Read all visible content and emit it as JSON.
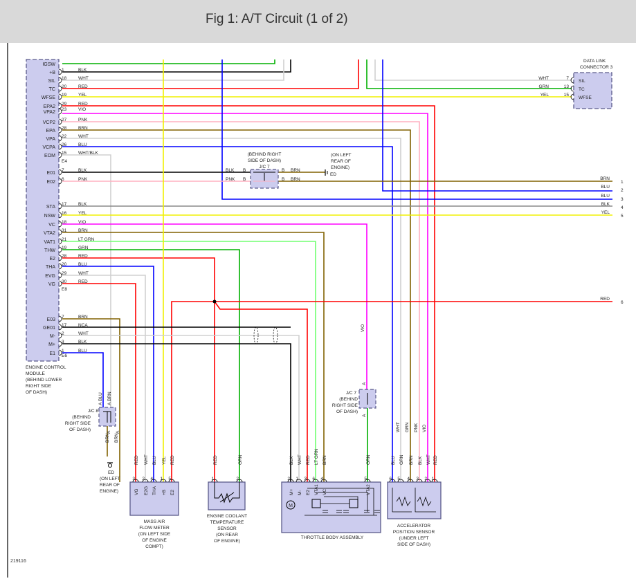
{
  "title": "Fig 1: A/T Circuit (1 of 2)",
  "figure_id": "219116",
  "colors": {
    "frame": "#5a5a8a",
    "box": "#ccccee",
    "BLK": "#000000",
    "WHT": "#d0d0d0",
    "RED": "#ff0000",
    "YEL": "#f0f000",
    "GRN": "#00b000",
    "BLU": "#0000ff",
    "VIO": "#ff00ff",
    "PNK": "#ffb0c0",
    "BRN": "#806000",
    "LTGRN": "#70ff70",
    "NCA": "#000000"
  },
  "ecm": {
    "label": [
      "ENGINE CONTROL",
      "MODULE",
      "(BEHIND LOWER",
      "RIGHT SIDE",
      "OF DASH)"
    ],
    "pins": [
      {
        "name": "IGSW",
        "num": "",
        "color": ""
      },
      {
        "name": "+B",
        "num": "1",
        "color": "BLK"
      },
      {
        "name": "SIL",
        "num": "18",
        "color": "WHT"
      },
      {
        "name": "TC",
        "num": "20",
        "color": "RED"
      },
      {
        "name": "WFSE",
        "num": "19",
        "color": "YEL"
      },
      {
        "name": "EPA2",
        "num": "29",
        "color": "RED"
      },
      {
        "name": "VPA2",
        "num": "23",
        "color": "VIO"
      },
      {
        "name": "VCP2",
        "num": "27",
        "color": "PNK"
      },
      {
        "name": "EPA",
        "num": "28",
        "color": "BRN"
      },
      {
        "name": "VPA",
        "num": "22",
        "color": "WHT"
      },
      {
        "name": "VCPA",
        "num": "26",
        "color": "BLU"
      },
      {
        "name": "EOM",
        "num": "15",
        "color": "WHT/BLK"
      },
      {
        "name": "",
        "num": "E4",
        "color": ""
      },
      {
        "name": "E01",
        "num": "7",
        "color": "BLK"
      },
      {
        "name": "E02",
        "num": "6",
        "color": "PNK"
      },
      {
        "name": "STA",
        "num": "17",
        "color": "BLK"
      },
      {
        "name": "NSW",
        "num": "16",
        "color": "YEL"
      },
      {
        "name": "VC",
        "num": "18",
        "color": "VIO"
      },
      {
        "name": "VTA2",
        "num": "31",
        "color": "BRN"
      },
      {
        "name": "VAT1",
        "num": "21",
        "color": "LT GRN"
      },
      {
        "name": "THW",
        "num": "19",
        "color": "GRN"
      },
      {
        "name": "E2",
        "num": "28",
        "color": "RED"
      },
      {
        "name": "THA",
        "num": "20",
        "color": "BLU"
      },
      {
        "name": "EVG",
        "num": "29",
        "color": "WHT"
      },
      {
        "name": "VG",
        "num": "30",
        "color": "RED"
      },
      {
        "name": "",
        "num": "E8",
        "color": ""
      },
      {
        "name": "E03",
        "num": "7",
        "color": "BRN"
      },
      {
        "name": "GE01",
        "num": "17",
        "color": "NCA"
      },
      {
        "name": "M-",
        "num": "2",
        "color": "WHT"
      },
      {
        "name": "M+",
        "num": "3",
        "color": "BLK"
      },
      {
        "name": "E1",
        "num": "1",
        "color": "BLU"
      },
      {
        "name": "",
        "num": "E6",
        "color": ""
      }
    ]
  },
  "dlc": {
    "label": [
      "DATA LINK",
      "CONNECTOR 3"
    ],
    "pins": [
      {
        "name": "SIL",
        "num": "7",
        "color": "WHT"
      },
      {
        "name": "TC",
        "num": "13",
        "color": "GRN"
      },
      {
        "name": "WFSE",
        "num": "15",
        "color": "YEL"
      }
    ]
  },
  "jc7_top": {
    "label": [
      "(BEHIND RIGHT",
      "SIDE OF DASH)"
    ],
    "name": "J/C 7",
    "left": [
      {
        "color": "BLK",
        "pin": "B"
      },
      {
        "color": "PNK",
        "pin": "B"
      }
    ],
    "right": [
      {
        "pin": "B",
        "color": "BRN"
      },
      {
        "pin": "B",
        "color": "BRN"
      }
    ]
  },
  "ground_top": {
    "label": [
      "(ON LEFT",
      "REAR OF",
      "ENGINE)"
    ],
    "name": "ED"
  },
  "outputs": [
    {
      "color": "BRN",
      "num": "1"
    },
    {
      "color": "BLU",
      "num": "2"
    },
    {
      "color": "BLU",
      "num": "3"
    },
    {
      "color": "BLK",
      "num": "4"
    },
    {
      "color": "YEL",
      "num": "5"
    },
    {
      "color": "RED",
      "num": "6"
    }
  ],
  "jc8": {
    "name": "J/C 8",
    "label": [
      "(BEHIND",
      "RIGHT SIDE",
      "OF DASH)"
    ],
    "top": [
      "BLU",
      "BRN"
    ],
    "pins_top": [
      "A",
      "A"
    ],
    "bottom": [
      "BRN",
      "BRN"
    ],
    "pins_bottom": [
      "A",
      "A"
    ]
  },
  "ground_bottom": {
    "name": "ED",
    "label": [
      "(ON LEFT",
      "REAR OF",
      "ENGINE)"
    ]
  },
  "jc7_mid": {
    "name": "J/C 7",
    "label": [
      "(BEHIND",
      "RIGHT SIDE",
      "OF DASH)"
    ],
    "pin_top": "A",
    "pin_bottom": "A",
    "wire": "VIO"
  },
  "maf": {
    "label": [
      "MASS AIR",
      "FLOW METER",
      "(ON LEFT SIDE",
      "OF ENGINE",
      "COMPT)"
    ],
    "wires": [
      "RED",
      "WHT",
      "BLU",
      "YEL",
      "RED"
    ],
    "nums": [
      "3",
      "2",
      "4",
      "1",
      "5"
    ],
    "pins": [
      "VG",
      "E2G",
      "THA",
      "+B",
      "E2"
    ]
  },
  "ect": {
    "label": [
      "ENGINE COOLANT",
      "TEMPERATURE",
      "SENSOR",
      "(ON REAR",
      "OF ENGINE)"
    ],
    "wires": [
      "RED",
      "GRN"
    ],
    "nums": [
      "1",
      "2"
    ]
  },
  "tba": {
    "label": [
      "THROTTLE BODY ASSEMBLY"
    ],
    "wires": [
      "BLK",
      "WHT",
      "RED",
      "LT GRN",
      "BRN",
      "GRN"
    ],
    "nums": [
      "2",
      "1",
      "3",
      "6",
      "4",
      "5"
    ],
    "pins": [
      "M+",
      "M-",
      "E2",
      "VTA1",
      "VC",
      "VTA2"
    ]
  },
  "aps": {
    "label": [
      "ACCELERATOR",
      "POSITION SENSOR",
      "(UNDER LEFT",
      "SIDE OF DASH)"
    ],
    "wires": [
      "BLU",
      "GRN",
      "BRN",
      "BLK",
      "WHT",
      "RED"
    ],
    "mid_wires": [
      "WHT",
      "GRN",
      "PNK",
      "VIO"
    ],
    "nums": [
      "6",
      "5",
      "4",
      "3",
      "2",
      "1"
    ]
  }
}
